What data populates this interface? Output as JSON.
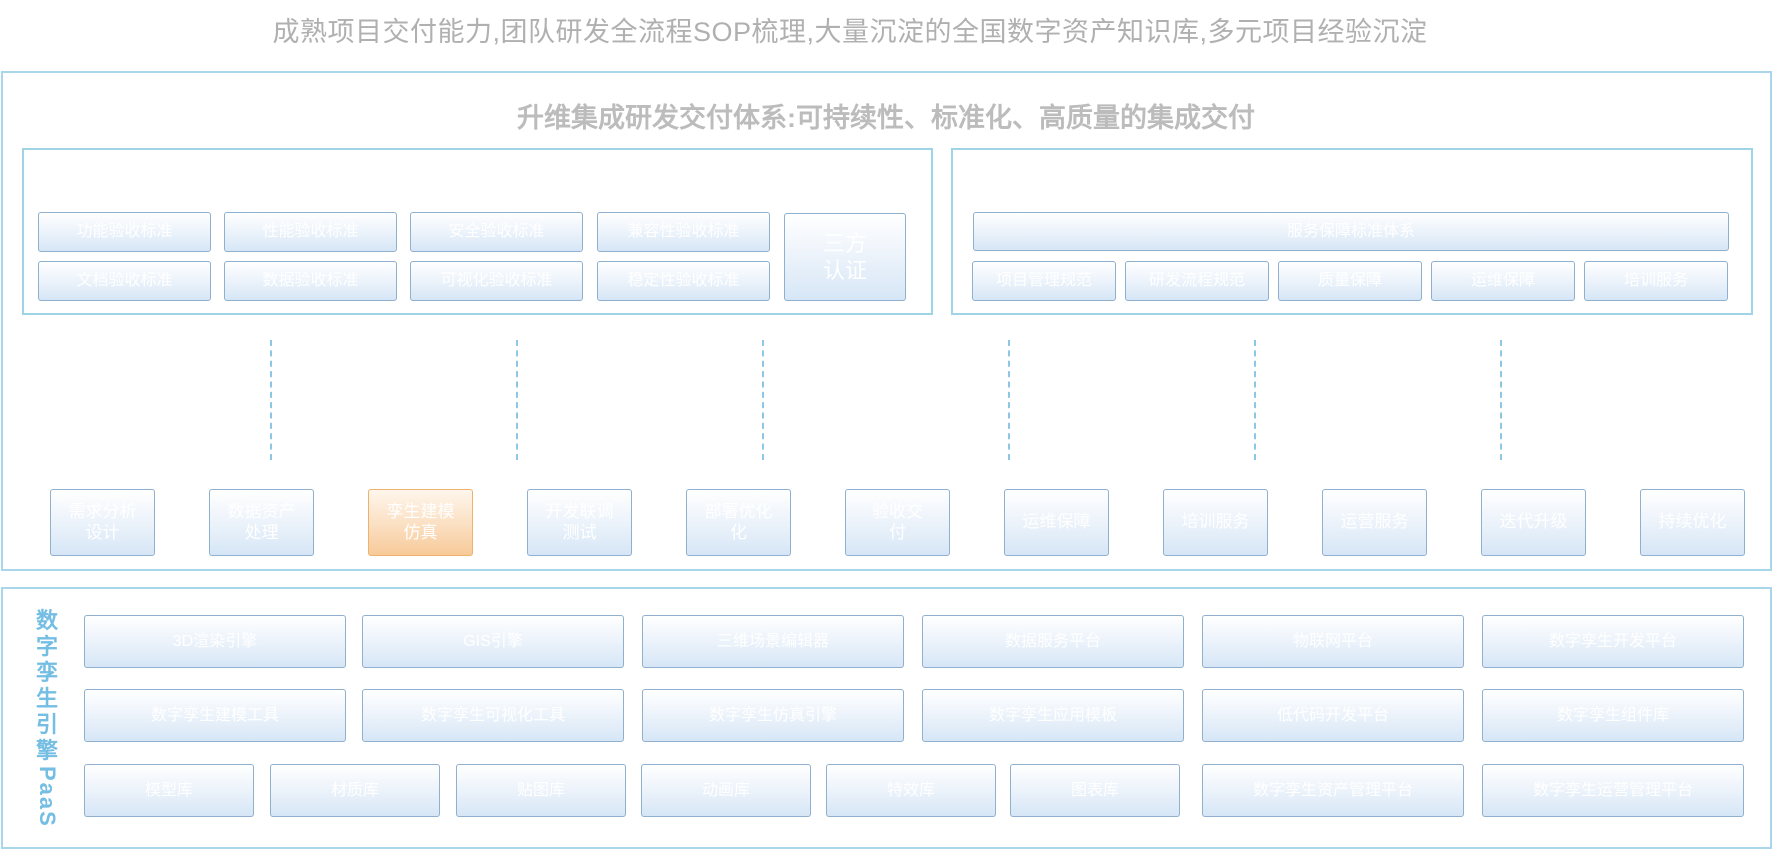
{
  "header": {
    "caption": "成熟项目交付能力,团队研发全流程SOP梳理,大量沉淀的全国数字资产知识库,多元项目经验沉淀"
  },
  "delivery": {
    "title": "升维集成研发交付体系:可持续性、标准化、高质量的集成交付",
    "standards_left": [
      "功能验收标准",
      "性能验收标准",
      "安全验收标准",
      "兼容性验收标准",
      "文档验收标准",
      "数据验收标准",
      "可视化验收标准",
      "稳定性验收标准"
    ],
    "cert_label": "三方认证",
    "cert_lines": [
      "三方",
      "认证"
    ],
    "standards_right_top": "服务保障标准体系",
    "standards_right": [
      "项目管理规范",
      "研发流程规范",
      "质量保障",
      "运维保障",
      "培训服务"
    ],
    "workflow_steps": [
      {
        "lines": [
          "需求分析",
          "设计"
        ],
        "highlight": false
      },
      {
        "lines": [
          "数据资产",
          "处理"
        ],
        "highlight": false
      },
      {
        "lines": [
          "孪生建模",
          "仿真"
        ],
        "highlight": true
      },
      {
        "lines": [
          "开发联调",
          "测试"
        ],
        "highlight": false
      },
      {
        "lines": [
          "部署优化",
          "化"
        ],
        "highlight": false
      },
      {
        "lines": [
          "验收交",
          "付"
        ],
        "highlight": false
      },
      {
        "lines": [
          "运维保障"
        ],
        "highlight": false
      },
      {
        "lines": [
          "培训服务"
        ],
        "highlight": false
      },
      {
        "lines": [
          "运营服务"
        ],
        "highlight": false
      },
      {
        "lines": [
          "迭代升级"
        ],
        "highlight": false
      },
      {
        "lines": [
          "持续优化"
        ],
        "highlight": false
      }
    ]
  },
  "paas": {
    "label_chars": [
      "数",
      "字",
      "孪",
      "生",
      "引",
      "擎"
    ],
    "label_latin": "PaaS",
    "row1": [
      "3D渲染引擎",
      "GIS引擎",
      "三维场景编辑器",
      "数据服务平台",
      "物联网平台",
      "数字孪生开发平台"
    ],
    "row2": [
      "数字孪生建模工具",
      "数字孪生可视化工具",
      "数字孪生仿真引擎",
      "数字孪生应用模板",
      "低代码开发平台",
      "数字孪生组件库"
    ],
    "row3_small": [
      "模型库",
      "材质库",
      "贴图库",
      "动画库",
      "特效库",
      "图表库"
    ],
    "row3_wide": [
      "数字孪生资产管理平台",
      "数字孪生运营管理平台"
    ]
  }
}
